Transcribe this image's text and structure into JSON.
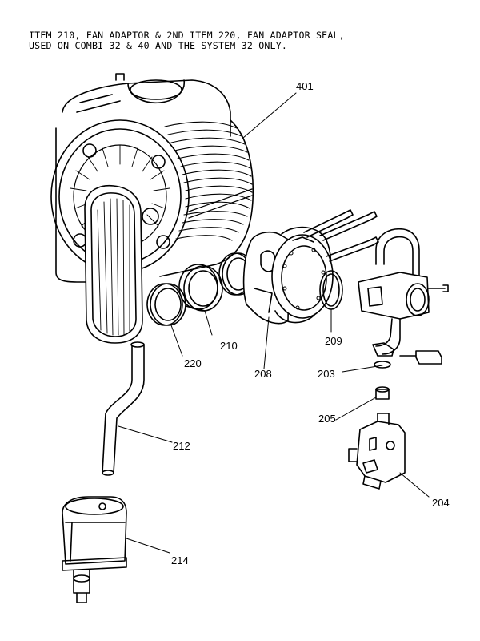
{
  "note": {
    "line1": "ITEM 210, FAN ADAPTOR & 2ND ITEM 220, FAN ADAPTOR SEAL,",
    "line2": "USED ON COMBI 32 & 40 AND THE SYSTEM 32 ONLY."
  },
  "callouts": {
    "c401": "401",
    "c210": "210",
    "c220": "220",
    "c208": "208",
    "c209": "209",
    "c203": "203",
    "c205": "205",
    "c212": "212",
    "c204": "204",
    "c214": "214"
  }
}
